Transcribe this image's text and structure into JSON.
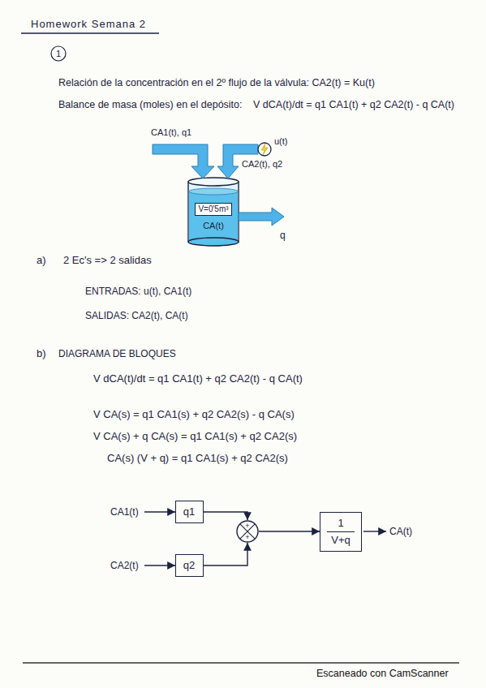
{
  "diagram": {
    "title": "Homework Semana 2",
    "nodes": [
      {
        "text": [
          "V=0'5m³",
          "CA(t)"
        ]
      },
      {
        "text": [
          "q1"
        ]
      },
      {
        "text": [
          "+",
          "+"
        ]
      },
      {
        "text": [
          "1",
          "V+q"
        ]
      },
      {
        "text": [
          "q2"
        ]
      }
    ],
    "edges": [
      {
        "from": 1,
        "to": 2,
        "arrow": "to"
      },
      {
        "from": 4,
        "to": 2,
        "arrow": "to"
      },
      {
        "from": 2,
        "to": 3,
        "arrow": "to"
      }
    ],
    "labels": [
      "1",
      "Relación de la concentración en el 2º flujo de la válvula: CA2(t) = Ku(t)",
      "Balance de masa (moles) en el depósito:",
      "V dCA(t)/dt = q1 CA1(t) + q2 CA2(t) - q CA(t)",
      "CA1(t), q1",
      "u(t)",
      "CA2(t), q2",
      "q",
      "a)",
      "2 Ec's => 2 salidas",
      "ENTRADAS: u(t), CA1(t)",
      "SALIDAS: CA2(t), CA(t)",
      "b)",
      "DIAGRAMA DE BLOQUES",
      "V dCA(t)/dt = q1 CA1(t) + q2 CA2(t) - q CA(t)",
      "V CA(s) = q1 CA1(s) + q2 CA2(s) - q CA(s)",
      "V CA(s) + q CA(s) = q1 CA1(s) + q2 CA2(s)",
      "CA(s) (V + q) = q1 CA1(s) + q2 CA2(s)",
      "CA1(t)",
      "CA2(t)",
      "CA(t)",
      "Escaneado con CamScanner"
    ]
  }
}
